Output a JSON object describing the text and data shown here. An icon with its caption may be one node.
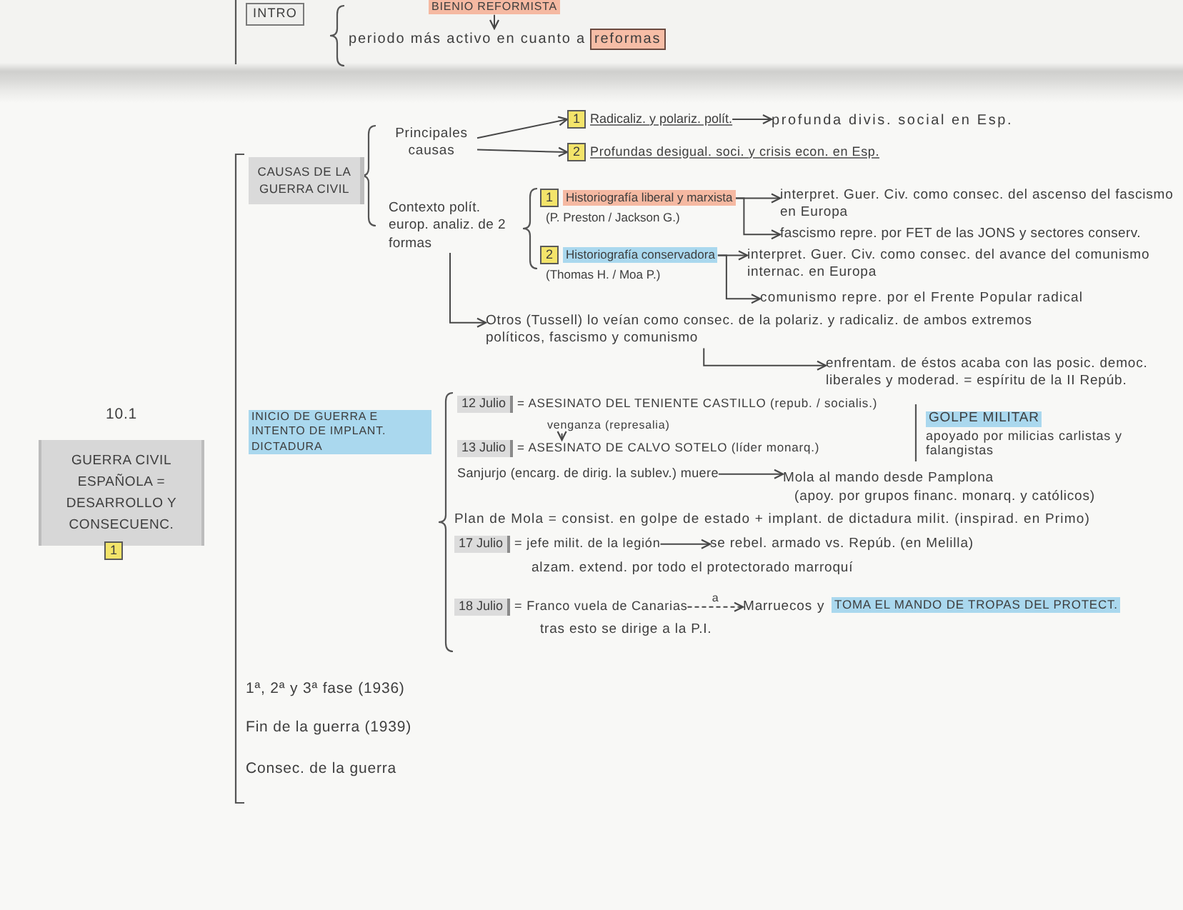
{
  "diagram": {
    "nodes": [
      {
        "text": [
          "INTRO"
        ]
      },
      {
        "text": [
          "BIENIO REFORMISTA"
        ]
      },
      {
        "text": [
          "periodo más activo en cuanto a",
          "reformas"
        ]
      },
      {
        "text": [
          "10.1",
          "GUERRA CIVIL ESPAÑOLA = DESARROLLO Y CONSECUENC."
        ]
      },
      {
        "text": [
          "1"
        ]
      },
      {
        "text": [
          "CAUSAS DE LA GUERRA CIVIL"
        ]
      },
      {
        "text": [
          "Principales causas"
        ]
      },
      {
        "text": [
          "1",
          "Radicaliz. y polariz. polít."
        ]
      },
      {
        "text": [
          "profunda divis. social en Esp."
        ]
      },
      {
        "text": [
          "2",
          "Profundas desigual. soci. y crisis econ. en Esp."
        ]
      },
      {
        "text": [
          "Contexto polít. europ. analiz. de 2 formas"
        ]
      },
      {
        "text": [
          "1",
          "Historiografía liberal y marxista"
        ],
        "beside": [
          "(P. Preston / Jackson G.)"
        ]
      },
      {
        "text": [
          "interpret. Guer. Civ. como consec. del ascenso del fascismo en Europa"
        ]
      },
      {
        "text": [
          "fascismo repre. por FET de las JONS y sectores conserv."
        ]
      },
      {
        "text": [
          "2",
          "Historiografía conservadora"
        ],
        "beside": [
          "(Thomas H. / Moa P.)"
        ]
      },
      {
        "text": [
          "interpret. Guer. Civ. como consec. del avance del comunismo internac. en Europa"
        ]
      },
      {
        "text": [
          "comunismo repre. por el Frente Popular radical"
        ]
      },
      {
        "text": [
          "Otros (Tussell) lo veían como consec. de la polariz. y radicaliz. de ambos extremos políticos, fascismo y comunismo"
        ]
      },
      {
        "text": [
          "enfrentam. de éstos acaba con las posic. democ. liberales y moderad. = espíritu de la II Repúb."
        ]
      },
      {
        "text": [
          "INICIO DE GUERRA E INTENTO DE IMPLANT. DICTADURA"
        ]
      },
      {
        "text": [
          "12 Julio",
          "= ASESINATO DEL TENIENTE CASTILLO (repub. / socialis.)"
        ]
      },
      {
        "text": [
          "venganza (represalia)"
        ]
      },
      {
        "text": [
          "13 Julio",
          "= ASESINATO DE CALVO SOTELO (líder monarq.)"
        ]
      },
      {
        "text": [
          "Sanjurjo (encarg. de dirig. la sublev.) muere"
        ]
      },
      {
        "text": [
          "Mola al mando desde Pamplona",
          "(apoy. por grupos financ. monarq. y católicos)"
        ]
      },
      {
        "text": [
          "GOLPE MILITAR",
          "apoyado por milicias carlistas y falangistas"
        ]
      },
      {
        "text": [
          "17 Julio",
          "= jefe milit. de la legión"
        ]
      },
      {
        "text": [
          "se rebel. armado vs. Repúb. (en Melilla)"
        ]
      },
      {
        "text": [
          "18 Julio",
          "= Franco vuela de Canarias"
        ]
      },
      {
        "text": [
          "Marruecos"
        ]
      }
    ],
    "edges": [
      {
        "from": 1,
        "to": 2,
        "arrow": "to"
      },
      {
        "from": 6,
        "to": 7,
        "arrow": "to"
      },
      {
        "from": 6,
        "to": 9,
        "arrow": "to"
      },
      {
        "from": 7,
        "to": 8,
        "arrow": "to"
      },
      {
        "from": 11,
        "to": 12,
        "arrow": "to"
      },
      {
        "from": 11,
        "to": 13,
        "arrow": "to"
      },
      {
        "from": 14,
        "to": 15,
        "arrow": "to"
      },
      {
        "from": 14,
        "to": 16,
        "arrow": "to"
      },
      {
        "from": 10,
        "to": 17,
        "arrow": "to"
      },
      {
        "from": 17,
        "to": 18,
        "arrow": "to"
      },
      {
        "from": 21,
        "to": 22,
        "arrow": "to"
      },
      {
        "from": 23,
        "to": 24,
        "arrow": "to"
      },
      {
        "from": 26,
        "to": 27,
        "arrow": "to"
      },
      {
        "from": 28,
        "to": 29,
        "arrow": "to",
        "label": "a",
        "style": "dashed"
      }
    ],
    "labels": [
      "Plan de Mola = consist. en golpe de estado + implant. de dictadura milit. (inspirad. en Primo)",
      "alzam. extend. por todo el protectorado marroquí",
      "y",
      "TOMA EL MANDO DE TROPAS DEL PROTECT.",
      "tras esto se dirige a la P.I.",
      "1ª, 2ª y 3ª fase (1936)",
      "Fin de la guerra (1939)",
      "Consec. de la guerra"
    ]
  }
}
